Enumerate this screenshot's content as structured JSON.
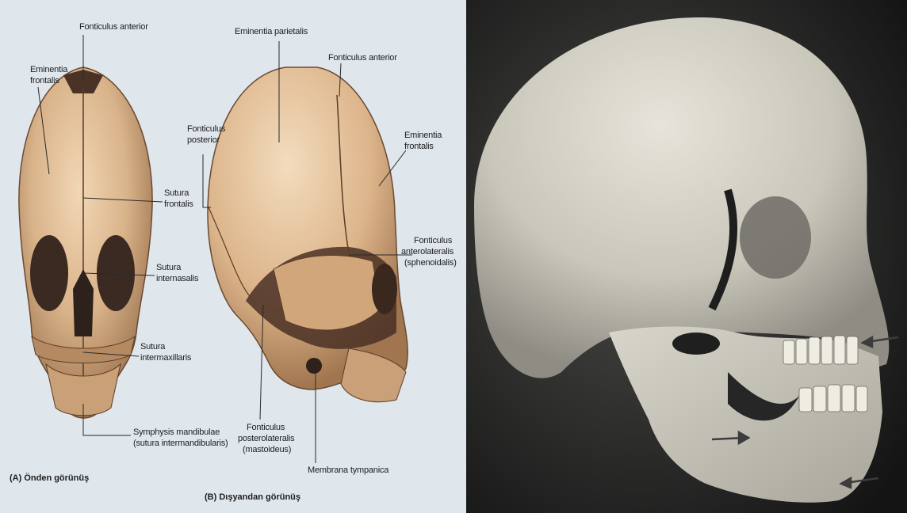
{
  "labels": {
    "a_fonticulus_anterior": "Fonticulus anterior",
    "a_eminentia_frontalis_1": "Eminentia",
    "a_eminentia_frontalis_2": "frontalis",
    "a_sutura_frontalis_1": "Sutura",
    "a_sutura_frontalis_2": "frontalis",
    "a_sutura_internasalis_1": "Sutura",
    "a_sutura_internasalis_2": "internasalis",
    "a_sutura_intermaxillaris_1": "Sutura",
    "a_sutura_intermaxillaris_2": "intermaxillaris",
    "a_symphysis_1": "Symphysis mandibulae",
    "a_symphysis_2": "(sutura intermandibularis)",
    "b_eminentia_parietalis": "Eminentia parietalis",
    "b_fonticulus_anterior": "Fonticulus anterior",
    "b_fonticulus_posterior_1": "Fonticulus",
    "b_fonticulus_posterior_2": "posterior",
    "b_eminentia_frontalis_1": "Eminentia",
    "b_eminentia_frontalis_2": "frontalis",
    "b_fonticulus_anterolateralis_1": "Fonticulus",
    "b_fonticulus_anterolateralis_2": "anterolateralis",
    "b_fonticulus_anterolateralis_3": "(sphenoidalis)",
    "b_fonticulus_posterolateralis_1": "Fonticulus",
    "b_fonticulus_posterolateralis_2": "posterolateralis",
    "b_fonticulus_posterolateralis_3": "(mastoideus)",
    "b_membrana_tympanica": "Membrana tympanica"
  },
  "captions": {
    "a": "(A) Önden görünüş",
    "b": "(B) Dışyandan görünüş"
  }
}
